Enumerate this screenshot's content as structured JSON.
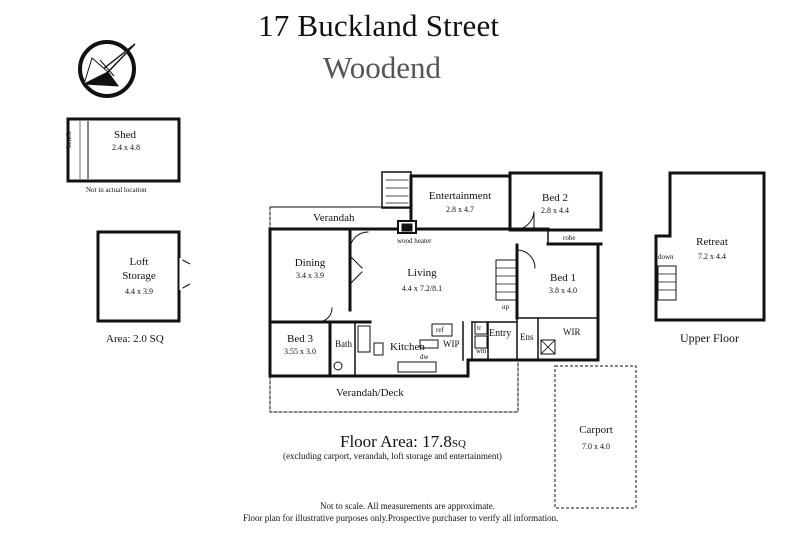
{
  "header": {
    "street": "17 Buckland Street",
    "suburb": "Woodend"
  },
  "shed": {
    "name": "Shed",
    "size": "2.4 x 4.8",
    "bench": "bench",
    "note": "Not in actual location"
  },
  "loft": {
    "name_line1": "Loft",
    "name_line2": "Storage",
    "size": "4.4 x 3.9",
    "area": "Area: 2.0 SQ"
  },
  "rooms": {
    "entertainment": {
      "name": "Entertainment",
      "size": "2.8 x 4.7"
    },
    "bed2": {
      "name": "Bed 2",
      "size": "2.8 x 4.4"
    },
    "verandah_top": {
      "name": "Verandah"
    },
    "wood_heater": {
      "name": "wood heater"
    },
    "robe": {
      "name": "robe"
    },
    "dining": {
      "name": "Dining",
      "size": "3.4 x 3.9"
    },
    "living": {
      "name": "Living",
      "size": "4.4 x 7.2/8.1"
    },
    "bed1": {
      "name": "Bed 1",
      "size": "3.8 x 4.0"
    },
    "up": {
      "name": "up"
    },
    "bed3": {
      "name": "Bed 3",
      "size": "3.55 x 3.0"
    },
    "bath": {
      "name": "Bath"
    },
    "kitchen": {
      "name": "Kitchen"
    },
    "dw": {
      "name": "dw"
    },
    "ref": {
      "name": "ref"
    },
    "wip": {
      "name": "WIP"
    },
    "tr": {
      "name": "tr"
    },
    "wm": {
      "name": "wm"
    },
    "entry": {
      "name": "Entry"
    },
    "ens": {
      "name": "Ens"
    },
    "wir": {
      "name": "WIR"
    },
    "verandah_deck": {
      "name": "Verandah/Deck"
    },
    "carport": {
      "name": "Carport",
      "size": "7.0 x 4.0"
    }
  },
  "upper": {
    "retreat": {
      "name": "Retreat",
      "size": "7.2 x 4.4"
    },
    "down": "down",
    "label": "Upper Floor"
  },
  "floor_area": {
    "main": "Floor Area: 17.8",
    "unit": "SQ",
    "sub": "(excluding carport, verandah, loft storage and entertainment)"
  },
  "disclaimer": {
    "line1": "Not to scale. All measurements are approximate.",
    "line2": "Floor plan for illustrative purposes only.Prospective purchaser to verify all information."
  },
  "icons": {
    "compass": "compass-icon"
  }
}
